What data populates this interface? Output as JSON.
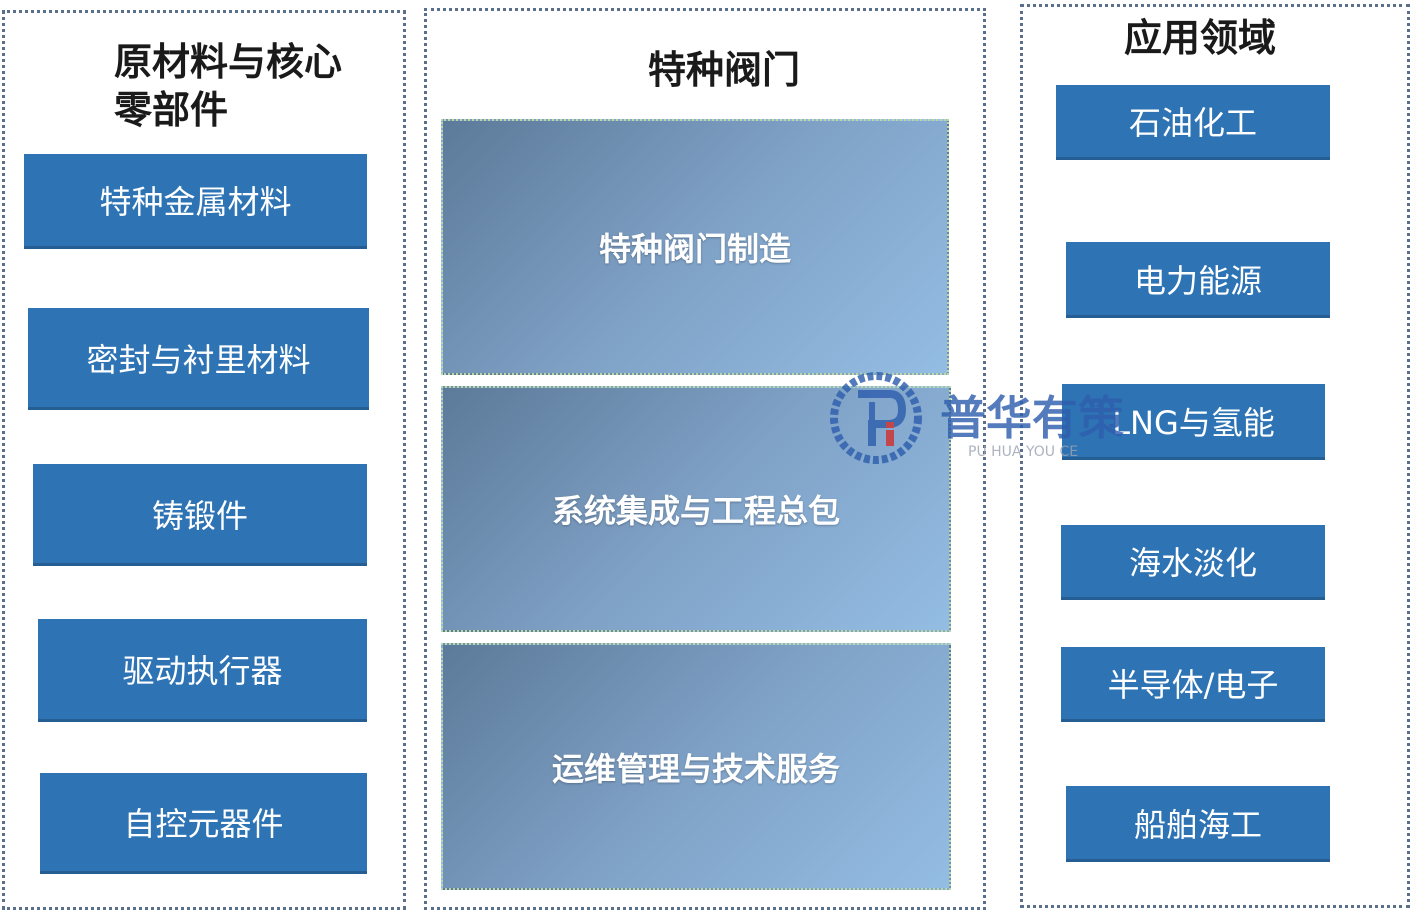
{
  "left": {
    "title": "原材料与核心零部件",
    "items": [
      "特种金属材料",
      "密封与衬里材料",
      "铸锻件",
      "驱动执行器",
      "自控元器件"
    ]
  },
  "middle": {
    "title": "特种阀门",
    "stages": [
      "特种阀门制造",
      "系统集成与工程总包",
      "运维管理与技术服务"
    ]
  },
  "right": {
    "title": "应用领域",
    "items": [
      "石油化工",
      "电力能源",
      "LNG与氢能",
      "海水淡化",
      "半导体/电子",
      "船舶海工"
    ]
  },
  "watermark": {
    "cn": "普华有策",
    "en": "PU HUA YOU CE"
  },
  "colors": {
    "box_blue": "#2e74b5",
    "border_dots": "#5a6f8c",
    "stage_gradient_dark": "#5c7a99",
    "stage_gradient_light": "#94bde3"
  }
}
